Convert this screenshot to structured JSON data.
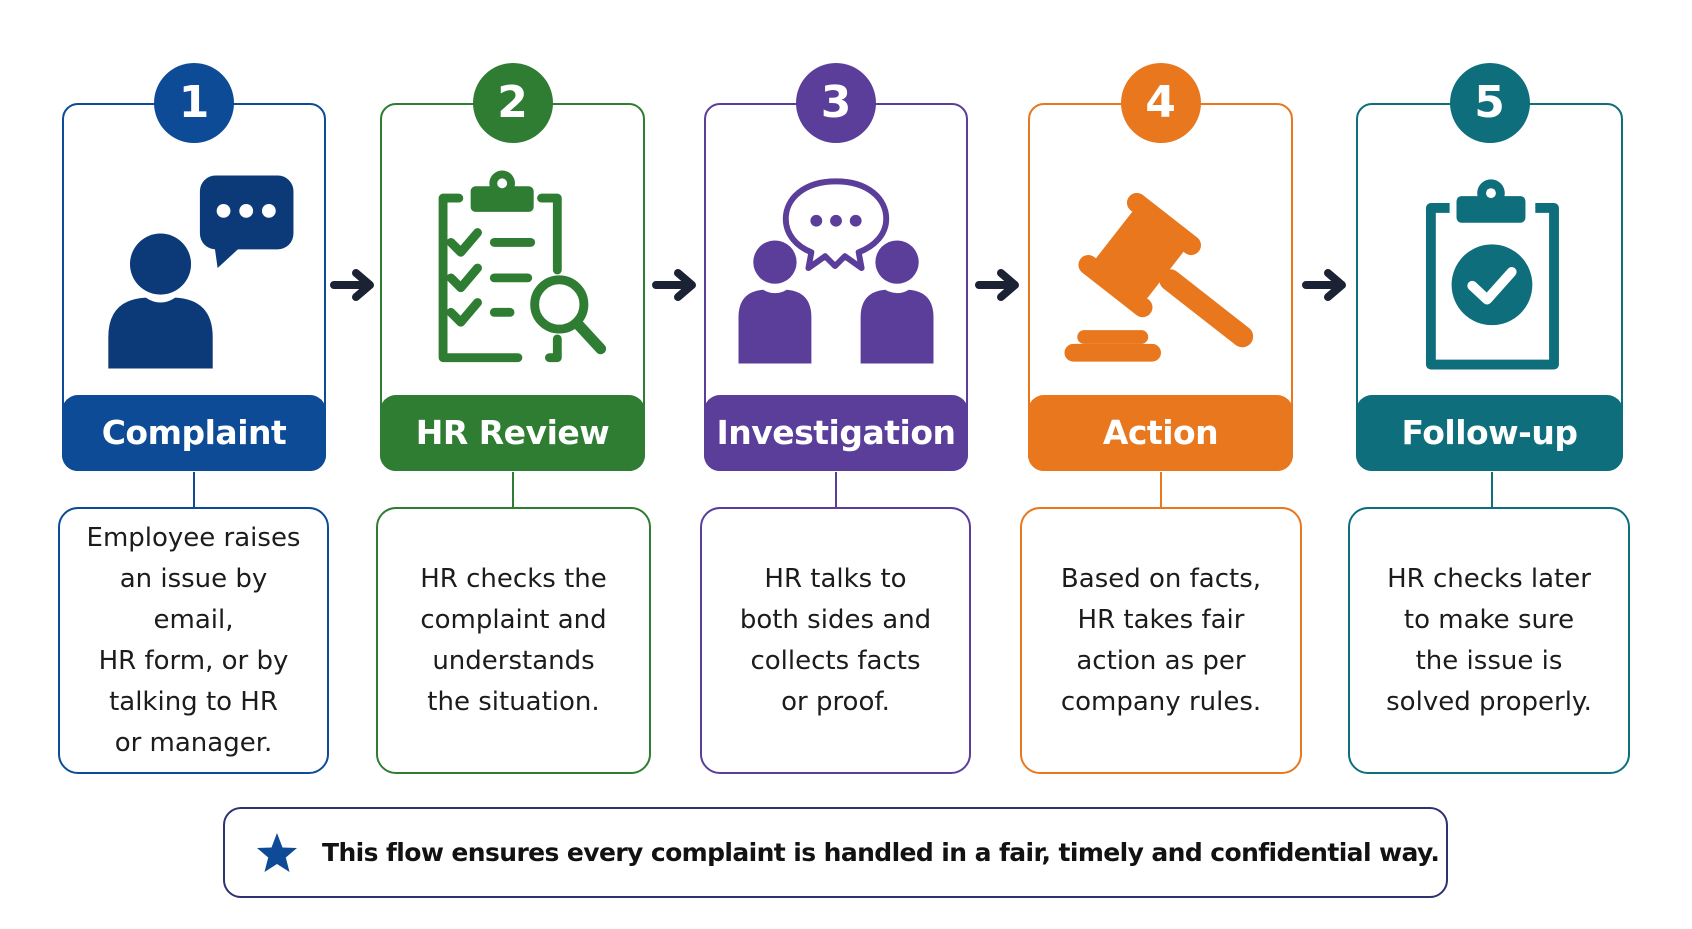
{
  "steps": [
    {
      "number": "1",
      "title": "Complaint",
      "icon": "person-speech-bubble-icon",
      "color": "#0d4b97",
      "icon_color": "#0c3a78",
      "description": "Employee raises\nan issue by email,\nHR form, or by\ntalking to HR\nor manager."
    },
    {
      "number": "2",
      "title": "HR Review",
      "icon": "clipboard-checklist-magnifier-icon",
      "color": "#2e7d32",
      "icon_color": "#2e7d32",
      "description": "HR checks the\ncomplaint and\nunderstands\nthe situation."
    },
    {
      "number": "3",
      "title": "Investigation",
      "icon": "two-people-conversation-icon",
      "color": "#5b3d9a",
      "icon_color": "#5b3d9a",
      "description": "HR talks to\nboth sides and\ncollects facts\nor proof."
    },
    {
      "number": "4",
      "title": "Action",
      "icon": "gavel-icon",
      "color": "#e8771e",
      "icon_color": "#e8771e",
      "description": "Based on facts,\nHR takes fair\naction as per\ncompany rules."
    },
    {
      "number": "5",
      "title": "Follow-up",
      "icon": "clipboard-check-icon",
      "color": "#0e6e7c",
      "icon_color": "#0e6e7c",
      "description": "HR checks later\nto make sure\nthe issue is\nsolved properly."
    }
  ],
  "arrows": {
    "icon": "arrow-right-icon",
    "color": "#1a2233"
  },
  "footer": {
    "icon": "star-icon",
    "icon_color": "#0d4b97",
    "text": "This flow ensures every complaint is handled in a fair, timely and confidential way."
  }
}
